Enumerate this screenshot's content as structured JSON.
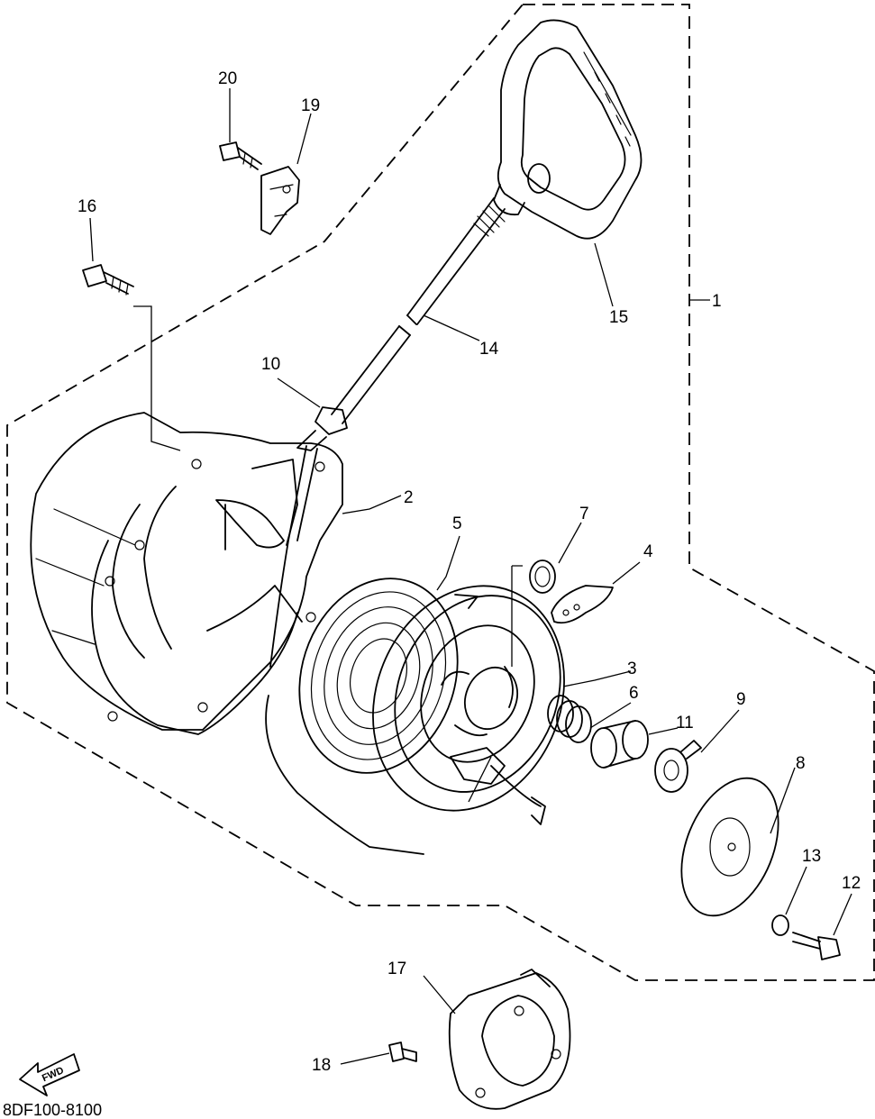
{
  "diagram": {
    "drawing_code": "8DF100-8100",
    "fwd_label": "FWD",
    "part_numbers": {
      "p1": "1",
      "p2": "2",
      "p3": "3",
      "p4": "4",
      "p5": "5",
      "p6": "6",
      "p7": "7",
      "p8": "8",
      "p9": "9",
      "p10": "10",
      "p11": "11",
      "p12": "12",
      "p13": "13",
      "p14": "14",
      "p15": "15",
      "p16": "16",
      "p17": "17",
      "p18": "18",
      "p19": "19",
      "p20": "20"
    }
  }
}
